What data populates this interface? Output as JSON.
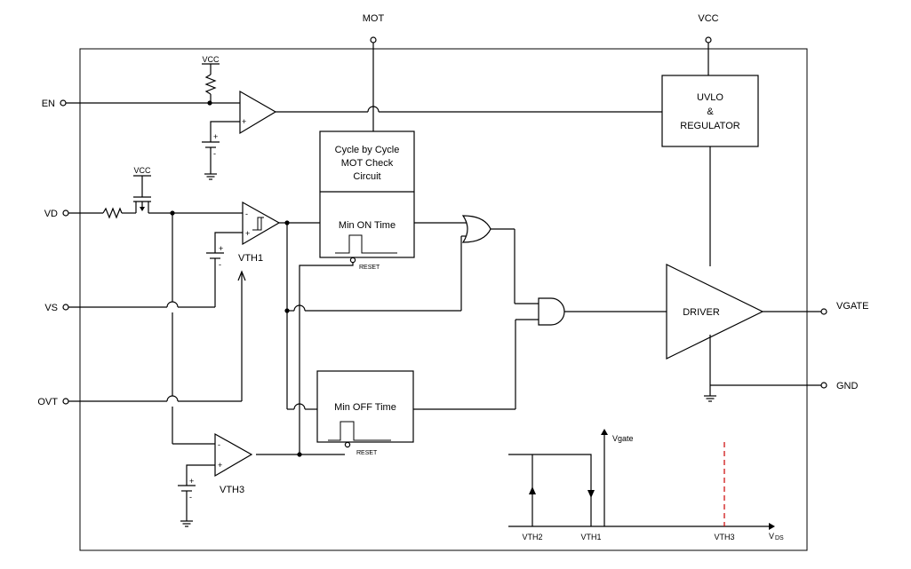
{
  "pins": {
    "mot": "MOT",
    "vcc": "VCC",
    "en": "EN",
    "vd": "VD",
    "vs": "VS",
    "ovt": "OVT",
    "vgate": "VGATE",
    "gnd": "GND"
  },
  "pullup_vcc": "VCC",
  "mosfet_vcc": "VCC",
  "blocks": {
    "uvlo_line1": "UVLO",
    "uvlo_line2": "&",
    "uvlo_line3": "REGULATOR",
    "mot_check_line1": "Cycle by Cycle",
    "mot_check_line2": "MOT Check",
    "mot_check_line3": "Circuit",
    "min_on": "Min ON Time",
    "min_off": "Min OFF Time",
    "driver": "DRIVER",
    "reset_on": "RESET",
    "reset_off": "RESET"
  },
  "refs": {
    "vth1": "VTH1",
    "vth3": "VTH3"
  },
  "signs": {
    "plus": "+",
    "minus": "-"
  },
  "graph": {
    "ylabel": "Vgate",
    "xlabel": "V",
    "xlabel_sub": "DS",
    "tick_vth2": "VTH2",
    "tick_vth1": "VTH1",
    "tick_vth3": "VTH3",
    "dashed_color": "#cc0000"
  }
}
